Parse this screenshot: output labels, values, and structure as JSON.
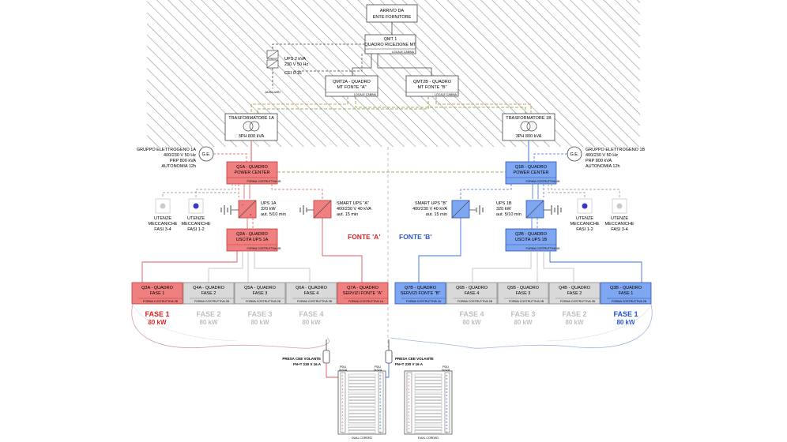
{
  "supply": {
    "arrival_l1": "ARRIVO DA",
    "arrival_l2": "ENTE FORNITORE",
    "qmt1_l1": "QMT 1",
    "qmt1_l2": "QUADRO RICEZIONE MT",
    "qmt1_tag": "LOCALE CABINA",
    "ups_small_l1": "UPS 2 kVA",
    "ups_small_l2": "230 V 50 Hz",
    "cei": "CEI 0-16",
    "ausiliari": "AUSILIARI",
    "qmt2a_l1": "QMT2A - QUADRO",
    "qmt2a_l2": "MT FONTE \"A\"",
    "qmt2a_tag": "LOCALE CABINA",
    "qmt2b_l1": "QMT2B - QUADRO",
    "qmt2b_l2": "MT FONTE \"B\"",
    "qmt2b_tag": "LOCALE CABINA"
  },
  "side_a": {
    "transformer_title": "TRASFORMATORE 1A",
    "transformer_rating": "3PH 800 kVA",
    "ge_label": "G.E.",
    "genset_l1": "GRUPPO ELETTROGENO 1A",
    "genset_l2": "400/230 V 50 Hz",
    "genset_l3": "PRP 800 kVA",
    "genset_l4": "AUTONOMIA 12h",
    "q1_l1": "Q1A - QUADRO",
    "q1_l2": "POWER CENTER",
    "q1_tag": "FORMA COSTRUTTIVA 4B",
    "ups_l1": "UPS 1A",
    "ups_l2": "320 kW",
    "ups_l3": "aut. 5/10 min",
    "smart_l1": "SMART UPS \"A\"",
    "smart_l2": "400/230 V 40 kVA",
    "smart_l3": "aut. 15 min",
    "mech34_l1": "UTENZE",
    "mech34_l2": "MECCANICHE",
    "mech34_l3": "FASI 3-4",
    "mech12_l1": "UTENZE",
    "mech12_l2": "MECCANICHE",
    "mech12_l3": "FASI 1-2",
    "q2_l1": "Q2A - QUADRO",
    "q2_l2": "USCITA UPS 1A",
    "q2_tag": "FORMA COSTRUTTIVA 4B",
    "fonte": "FONTE 'A'",
    "panels": [
      {
        "l1": "Q3A - QUADRO",
        "l2": "FASE 1",
        "tag": "FORMA COSTRUTTIVA 2B"
      },
      {
        "l1": "Q4A - QUADRO",
        "l2": "FASE 2",
        "tag": "FORMA COSTRUTTIVA 2B"
      },
      {
        "l1": "Q5A - QUADRO",
        "l2": "FASE 3",
        "tag": "FORMA COSTRUTTIVA 2B"
      },
      {
        "l1": "Q6A - QUADRO",
        "l2": "FASE 4",
        "tag": "FORMA COSTRUTTIVA 2B"
      },
      {
        "l1": "Q7A - QUADRO",
        "l2": "SERVIZI FONTE \"A\"",
        "tag": "FORMA COSTRUTTIVA 1A"
      }
    ],
    "phases": [
      {
        "name": "FASE 1",
        "power": "80 kW"
      },
      {
        "name": "FASE 2",
        "power": "80 kW"
      },
      {
        "name": "FASE 3",
        "power": "80 kW"
      },
      {
        "name": "FASE 4",
        "power": "80 kW"
      }
    ],
    "presa_l1": "PRESA CEE VOLANTE",
    "presa_l2": "FN+T 230 V 16 A",
    "pdu_l1": "PDU",
    "pdu_l2": "3x32A"
  },
  "side_b": {
    "transformer_title": "TRASFORMATORE 1B",
    "transformer_rating": "3PH 800 kVA",
    "ge_label": "G.E.",
    "genset_l1": "GRUPPO ELETTROGENO 1B",
    "genset_l2": "400/230 V 50 Hz",
    "genset_l3": "PRP 800 kVA",
    "genset_l4": "AUTONOMIA 12h",
    "q1_l1": "Q1B - QUADRO",
    "q1_l2": "POWER CENTER",
    "q1_tag": "FORMA COSTRUTTIVA 4B",
    "ups_l1": "UPS 1B",
    "ups_l2": "320 kW",
    "ups_l3": "aut. 5/10 min",
    "smart_l1": "SMART UPS \"B\"",
    "smart_l2": "400/230 V 40 kVA",
    "smart_l3": "aut. 15 min",
    "mech12_l1": "UTENZE",
    "mech12_l2": "MECCANICHE",
    "mech12_l3": "FASI 1-2",
    "mech34_l1": "UTENZE",
    "mech34_l2": "MECCANICHE",
    "mech34_l3": "FASI 3-4",
    "q2_l1": "Q2B - QUADRO",
    "q2_l2": "USCITA UPS 1B",
    "q2_tag": "FORMA COSTRUTTIVA 4B",
    "fonte": "FONTE 'B'",
    "panels": [
      {
        "l1": "Q7B - QUADRO",
        "l2": "SERVIZI FONTE \"B\"",
        "tag": "FORMA COSTRUTTIVA 1A"
      },
      {
        "l1": "Q6B - QUADRO",
        "l2": "FASE 4",
        "tag": "FORMA COSTRUTTIVA 2B"
      },
      {
        "l1": "Q5B - QUADRO",
        "l2": "FASE 3",
        "tag": "FORMA COSTRUTTIVA 2B"
      },
      {
        "l1": "Q4B - QUADRO",
        "l2": "FASE 2",
        "tag": "FORMA COSTRUTTIVA 2B"
      },
      {
        "l1": "Q3B - QUADRO",
        "l2": "FASE 1",
        "tag": "FORMA COSTRUTTIVA 2B"
      }
    ],
    "phases": [
      {
        "name": "FASE 4",
        "power": "80 kW"
      },
      {
        "name": "FASE 3",
        "power": "80 kW"
      },
      {
        "name": "FASE 2",
        "power": "80 kW"
      },
      {
        "name": "FASE 1",
        "power": "80 kW"
      }
    ],
    "presa_l1": "PRESA CEE VOLANTE",
    "presa_l2": "FN+T 230 V 16 A",
    "pdu_l1": "PDU",
    "pdu_l2": "3x32A"
  },
  "rack": {
    "pdu_left_l1": "PDU",
    "pdu_left_l2": "3x32A",
    "pdu_right_l1": "PDU",
    "pdu_right_l2": "3x32A",
    "label": "DUAL CORDED"
  },
  "colors": {
    "source_a": "#e05a5a",
    "source_a_fill": "#f08080",
    "source_b": "#3b6fe0",
    "source_b_fill": "#7fa6f0",
    "neutral_fill": "#d9d9d9",
    "inactive_text": "#bfbfbf"
  }
}
